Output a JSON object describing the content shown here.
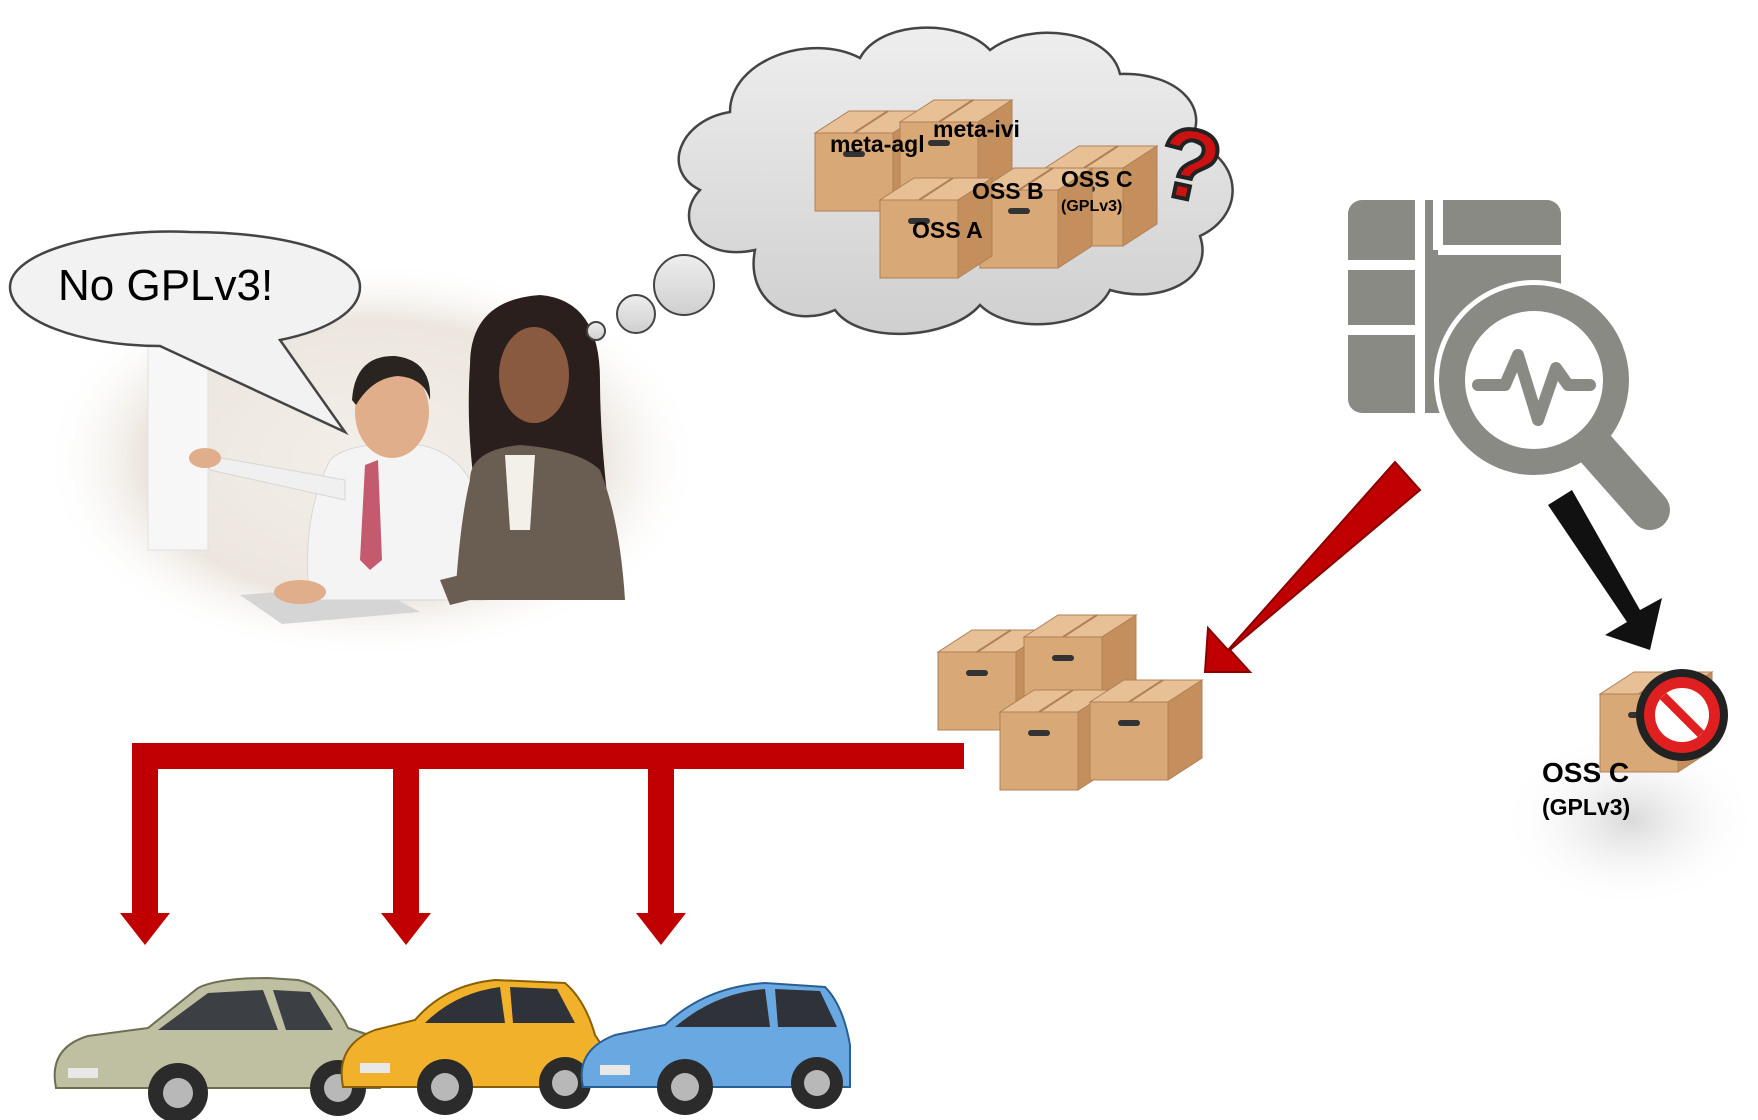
{
  "speech": {
    "text": "No GPLv3!"
  },
  "thought_boxes": {
    "meta_agl": "meta-agl",
    "meta_ivi": "meta-ivi",
    "oss_a": "OSS A",
    "oss_b": "OSS B",
    "oss_c": "OSS C",
    "oss_c_license": "(GPLv3)",
    "question_mark": "?"
  },
  "rejected_package": {
    "name": "OSS C",
    "license": "(GPLv3)"
  },
  "colors": {
    "arrow_red": "#c00000",
    "arrow_black": "#111111",
    "scanner_gray": "#8a8a85",
    "license_red": "#e00000",
    "box_tan": "#d9a877"
  },
  "icons": [
    "speech-bubble",
    "people-at-computer",
    "thought-cloud",
    "package-boxes",
    "scanner-icon",
    "magnifier-icon",
    "prohibited-icon",
    "car-icon"
  ]
}
